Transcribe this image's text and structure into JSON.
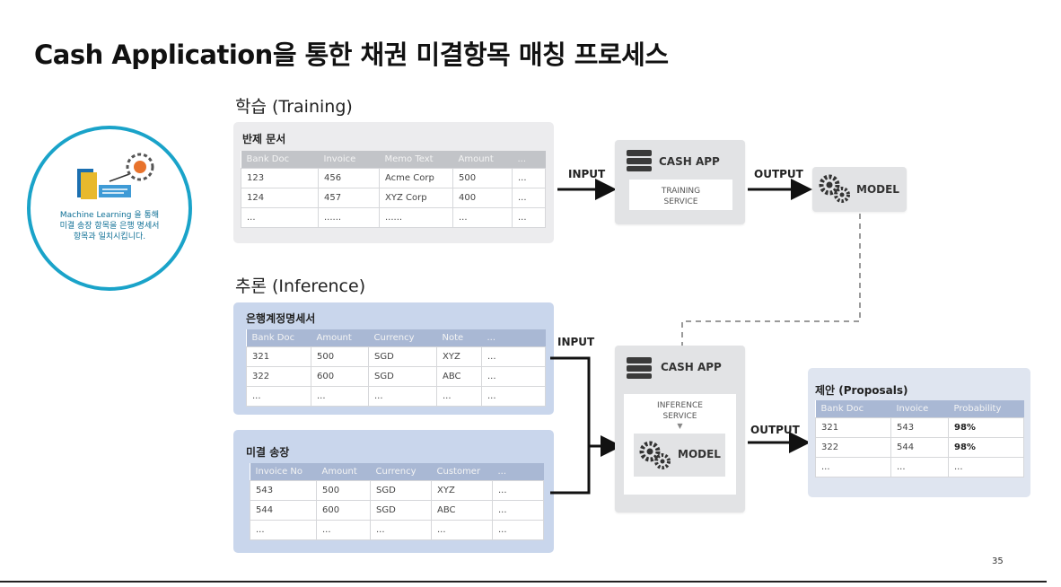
{
  "title": "Cash Application을 통한 채권 미결항목 매칭 프로세스",
  "sections": {
    "training": "학습 (Training)",
    "inference": "추론 (Inference)"
  },
  "callout": {
    "text_line1": "Machine Learning 을 통해",
    "text_line2": "미결 송장 항목을 은행 명세서",
    "text_line3": "항목과 일치시킵니다.",
    "ring_color": "#1aa3c9"
  },
  "training_table": {
    "title": "반제 문서",
    "headers": [
      "Bank Doc",
      "Invoice",
      "Memo Text",
      "Amount",
      "..."
    ],
    "rows": [
      [
        "123",
        "456",
        "Acme Corp",
        "500",
        "..."
      ],
      [
        "124",
        "457",
        "XYZ Corp",
        "400",
        "..."
      ],
      [
        "...",
        "......",
        "......",
        "...",
        "..."
      ]
    ]
  },
  "bank_table": {
    "title": "은행계정명세서",
    "headers": [
      "Bank Doc",
      "Amount",
      "Currency",
      "Note",
      "..."
    ],
    "rows": [
      [
        "321",
        "500",
        "SGD",
        "XYZ",
        "..."
      ],
      [
        "322",
        "600",
        "SGD",
        "ABC",
        "..."
      ],
      [
        "...",
        "...",
        "...",
        "...",
        "..."
      ]
    ]
  },
  "invoice_table": {
    "title": "미결 송장",
    "headers": [
      "Invoice No",
      "Amount",
      "Currency",
      "Customer",
      "..."
    ],
    "rows": [
      [
        "543",
        "500",
        "SGD",
        "XYZ",
        "..."
      ],
      [
        "544",
        "600",
        "SGD",
        "ABC",
        "..."
      ],
      [
        "...",
        "...",
        "...",
        "...",
        "..."
      ]
    ]
  },
  "proposals_table": {
    "title": "제안 (Proposals)",
    "headers": [
      "Bank Doc",
      "Invoice",
      "Probability"
    ],
    "rows": [
      [
        "321",
        "543",
        "98%"
      ],
      [
        "322",
        "544",
        "98%"
      ],
      [
        "...",
        "...",
        "..."
      ]
    ]
  },
  "training_flow": {
    "input_label": "INPUT",
    "output_label": "OUTPUT",
    "cash_app": "CASH APP",
    "service_line1": "TRAINING",
    "service_line2": "SERVICE",
    "model": "MODEL"
  },
  "inference_flow": {
    "input_label": "INPUT",
    "output_label": "OUTPUT",
    "cash_app": "CASH APP",
    "service_line1": "INFERENCE",
    "service_line2": "SERVICE",
    "model": "MODEL"
  },
  "page_number": "35"
}
